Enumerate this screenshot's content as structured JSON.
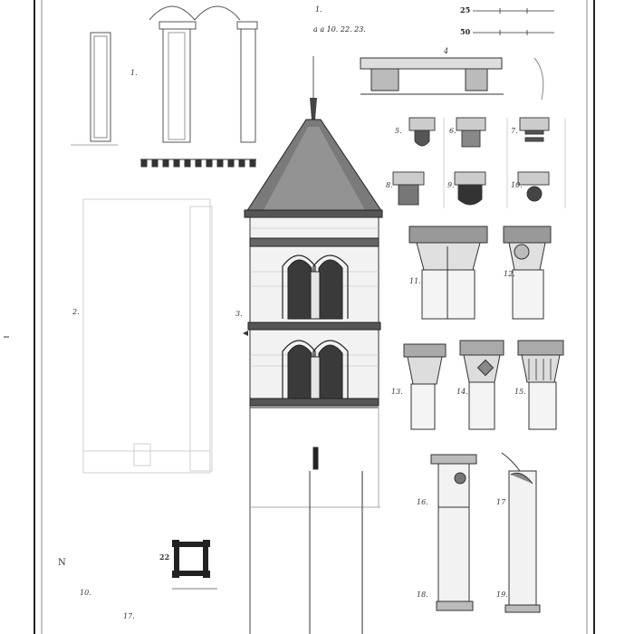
{
  "plate": {
    "header": {
      "left_top": "1.",
      "left_bottom": "a a 10. 22. 23.",
      "right_top": "25",
      "right_bottom": "50"
    },
    "figure_labels": {
      "fig1": "1.",
      "fig2": "2.",
      "fig3": "3.",
      "fig4": "4",
      "fig5": "5.",
      "fig6": "6.",
      "fig7": "7.",
      "fig8": "8.",
      "fig9": "9.",
      "fig10": "10.",
      "fig11": "11.",
      "fig12": "12.",
      "fig13": "13.",
      "fig14": "14.",
      "fig15": "15.",
      "fig16": "16.",
      "fig17": "17",
      "fig18": "18.",
      "fig19": "19.",
      "fig22": "22",
      "north": "N",
      "bottom_left_a": "10.",
      "bottom_left_b": "17."
    },
    "colors": {
      "ink": "#2a2a2a",
      "paper": "#ffffff",
      "shade": "#8a8a8a"
    }
  }
}
